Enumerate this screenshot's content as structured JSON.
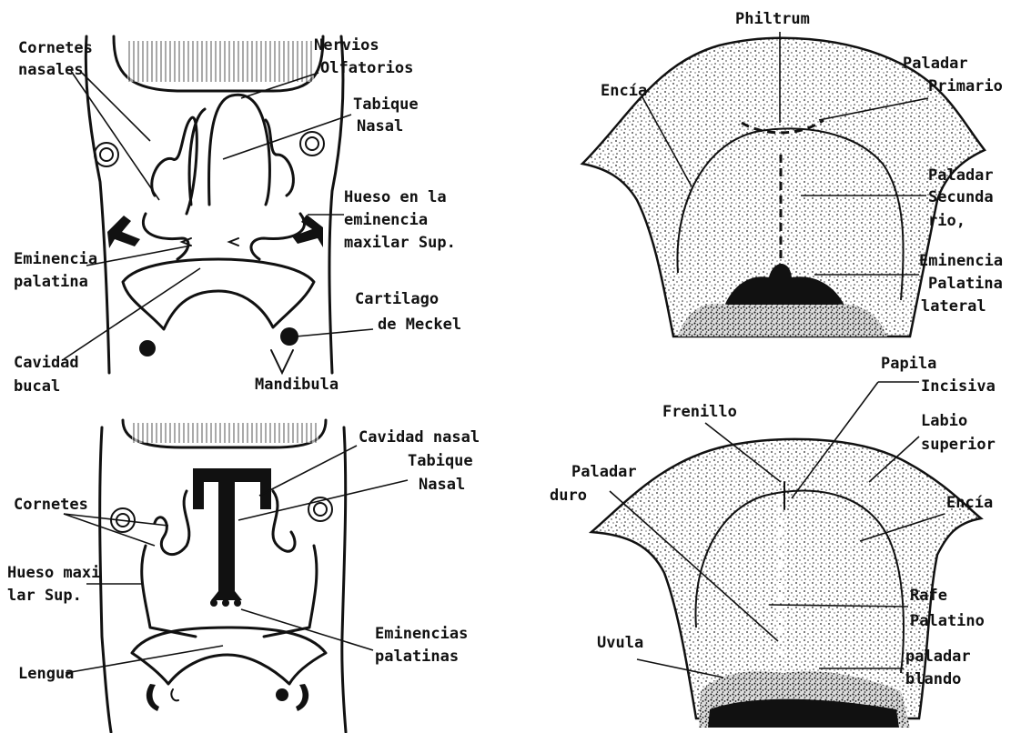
{
  "panels": {
    "top_left": {
      "labels": {
        "cornetes_nasales_1": "Cornetes",
        "cornetes_nasales_2": "nasales",
        "nervios_olfatorios_1": "Nervios",
        "nervios_olfatorios_2": "Olfatorios",
        "tabique_nasal_1": "Tabique",
        "tabique_nasal_2": "Nasal",
        "hueso_eminencia_1": "Hueso en la",
        "hueso_eminencia_2": "eminencia",
        "hueso_eminencia_3": "maxilar Sup.",
        "eminencia_palatina_1": "Eminencia",
        "eminencia_palatina_2": "palatina",
        "cartilago_meckel_1": "Cartilago",
        "cartilago_meckel_2": "de Meckel",
        "cavidad_bucal_1": "Cavidad",
        "cavidad_bucal_2": "bucal",
        "mandibula": "Mandibula"
      }
    },
    "bottom_left": {
      "labels": {
        "cavidad_nasal": "Cavidad nasal",
        "tabique_nasal_1": "Tabique",
        "tabique_nasal_2": "Nasal",
        "cornetes": "Cornetes",
        "hueso_maxilar_1": "Hueso maxi",
        "hueso_maxilar_2": "lar Sup.",
        "eminencias_palatinas_1": "Eminencias",
        "eminencias_palatinas_2": "palatinas",
        "lengua": "Lengua"
      }
    },
    "top_right": {
      "labels": {
        "philtrum": "Philtrum",
        "encia": "Encía",
        "paladar_primario_1": "Paladar",
        "paladar_primario_2": "Primario",
        "paladar_secundario_1": "Paladar",
        "paladar_secundario_2": "Secunda",
        "paladar_secundario_3": "rio,",
        "eminencia_palatina_lateral_1": "Eminencia",
        "eminencia_palatina_lateral_2": "Palatina",
        "eminencia_palatina_lateral_3": "lateral"
      }
    },
    "bottom_right": {
      "labels": {
        "papila_incisiva_1": "Papila",
        "papila_incisiva_2": "Incisiva",
        "frenillo": "Frenillo",
        "labio_superior_1": "Labio",
        "labio_superior_2": "superior",
        "paladar_duro_1": "Paladar",
        "paladar_duro_2": "duro",
        "encia": "Encía",
        "rafe_palatino_1": "Rafe",
        "rafe_palatino_2": "Palatino",
        "uvula": "Uvula",
        "paladar_blando_1": "paladar",
        "paladar_blando_2": "blando"
      }
    }
  }
}
